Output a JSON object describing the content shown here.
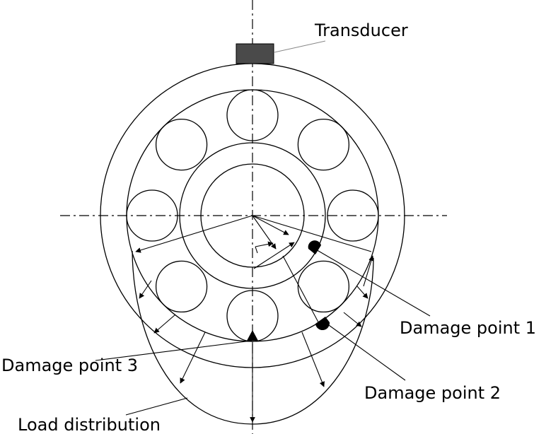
{
  "labels": {
    "transducer": "Transducer",
    "damage_point_1": "Damage point 1",
    "damage_point_2": "Damage point 2",
    "damage_point_3": "Damage point 3",
    "load_distribution": "Load distribution"
  },
  "colors": {
    "line": "#000000",
    "transducer_fill": "#4a4a4a",
    "leader": "#888888",
    "background": "#ffffff"
  },
  "rolling_element_count": 8,
  "damage_point_count": 3
}
